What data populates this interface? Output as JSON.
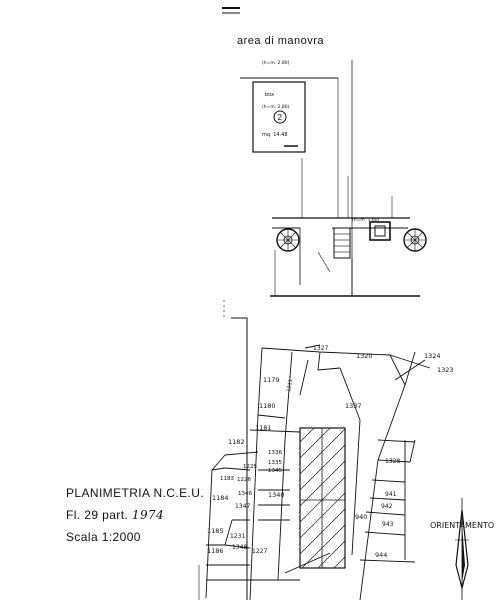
{
  "floor_plan": {
    "area_label": "area di manovra",
    "dim_top": "(h=m. 2.80)",
    "box_label": "box",
    "box_dim": "(h=m. 2.80)",
    "box_number": "2",
    "box_area": "mq. 14.48",
    "dim_mid": "(h=m. 1.60)"
  },
  "cadastral": {
    "parcels": [
      "1320",
      "1324",
      "1327",
      "1323",
      "1179",
      "1211",
      "1180",
      "1337",
      "1181",
      "1182",
      "1336",
      "1335",
      "1345",
      "1328",
      "1225",
      "1183",
      "1226",
      "1346",
      "1184",
      "1340",
      "941",
      "942",
      "1347",
      "940",
      "943",
      "1185",
      "1231",
      "1348",
      "1186",
      "1227",
      "944"
    ]
  },
  "caption": {
    "title": "PLANIMETRIA N.C.E.U.",
    "sheet_prefix": "Fl. 29 part.",
    "sheet_handwritten": "1974",
    "scale": "Scala 1:2000"
  },
  "north_arrow": {
    "label": "ORIENTAMENTO"
  }
}
